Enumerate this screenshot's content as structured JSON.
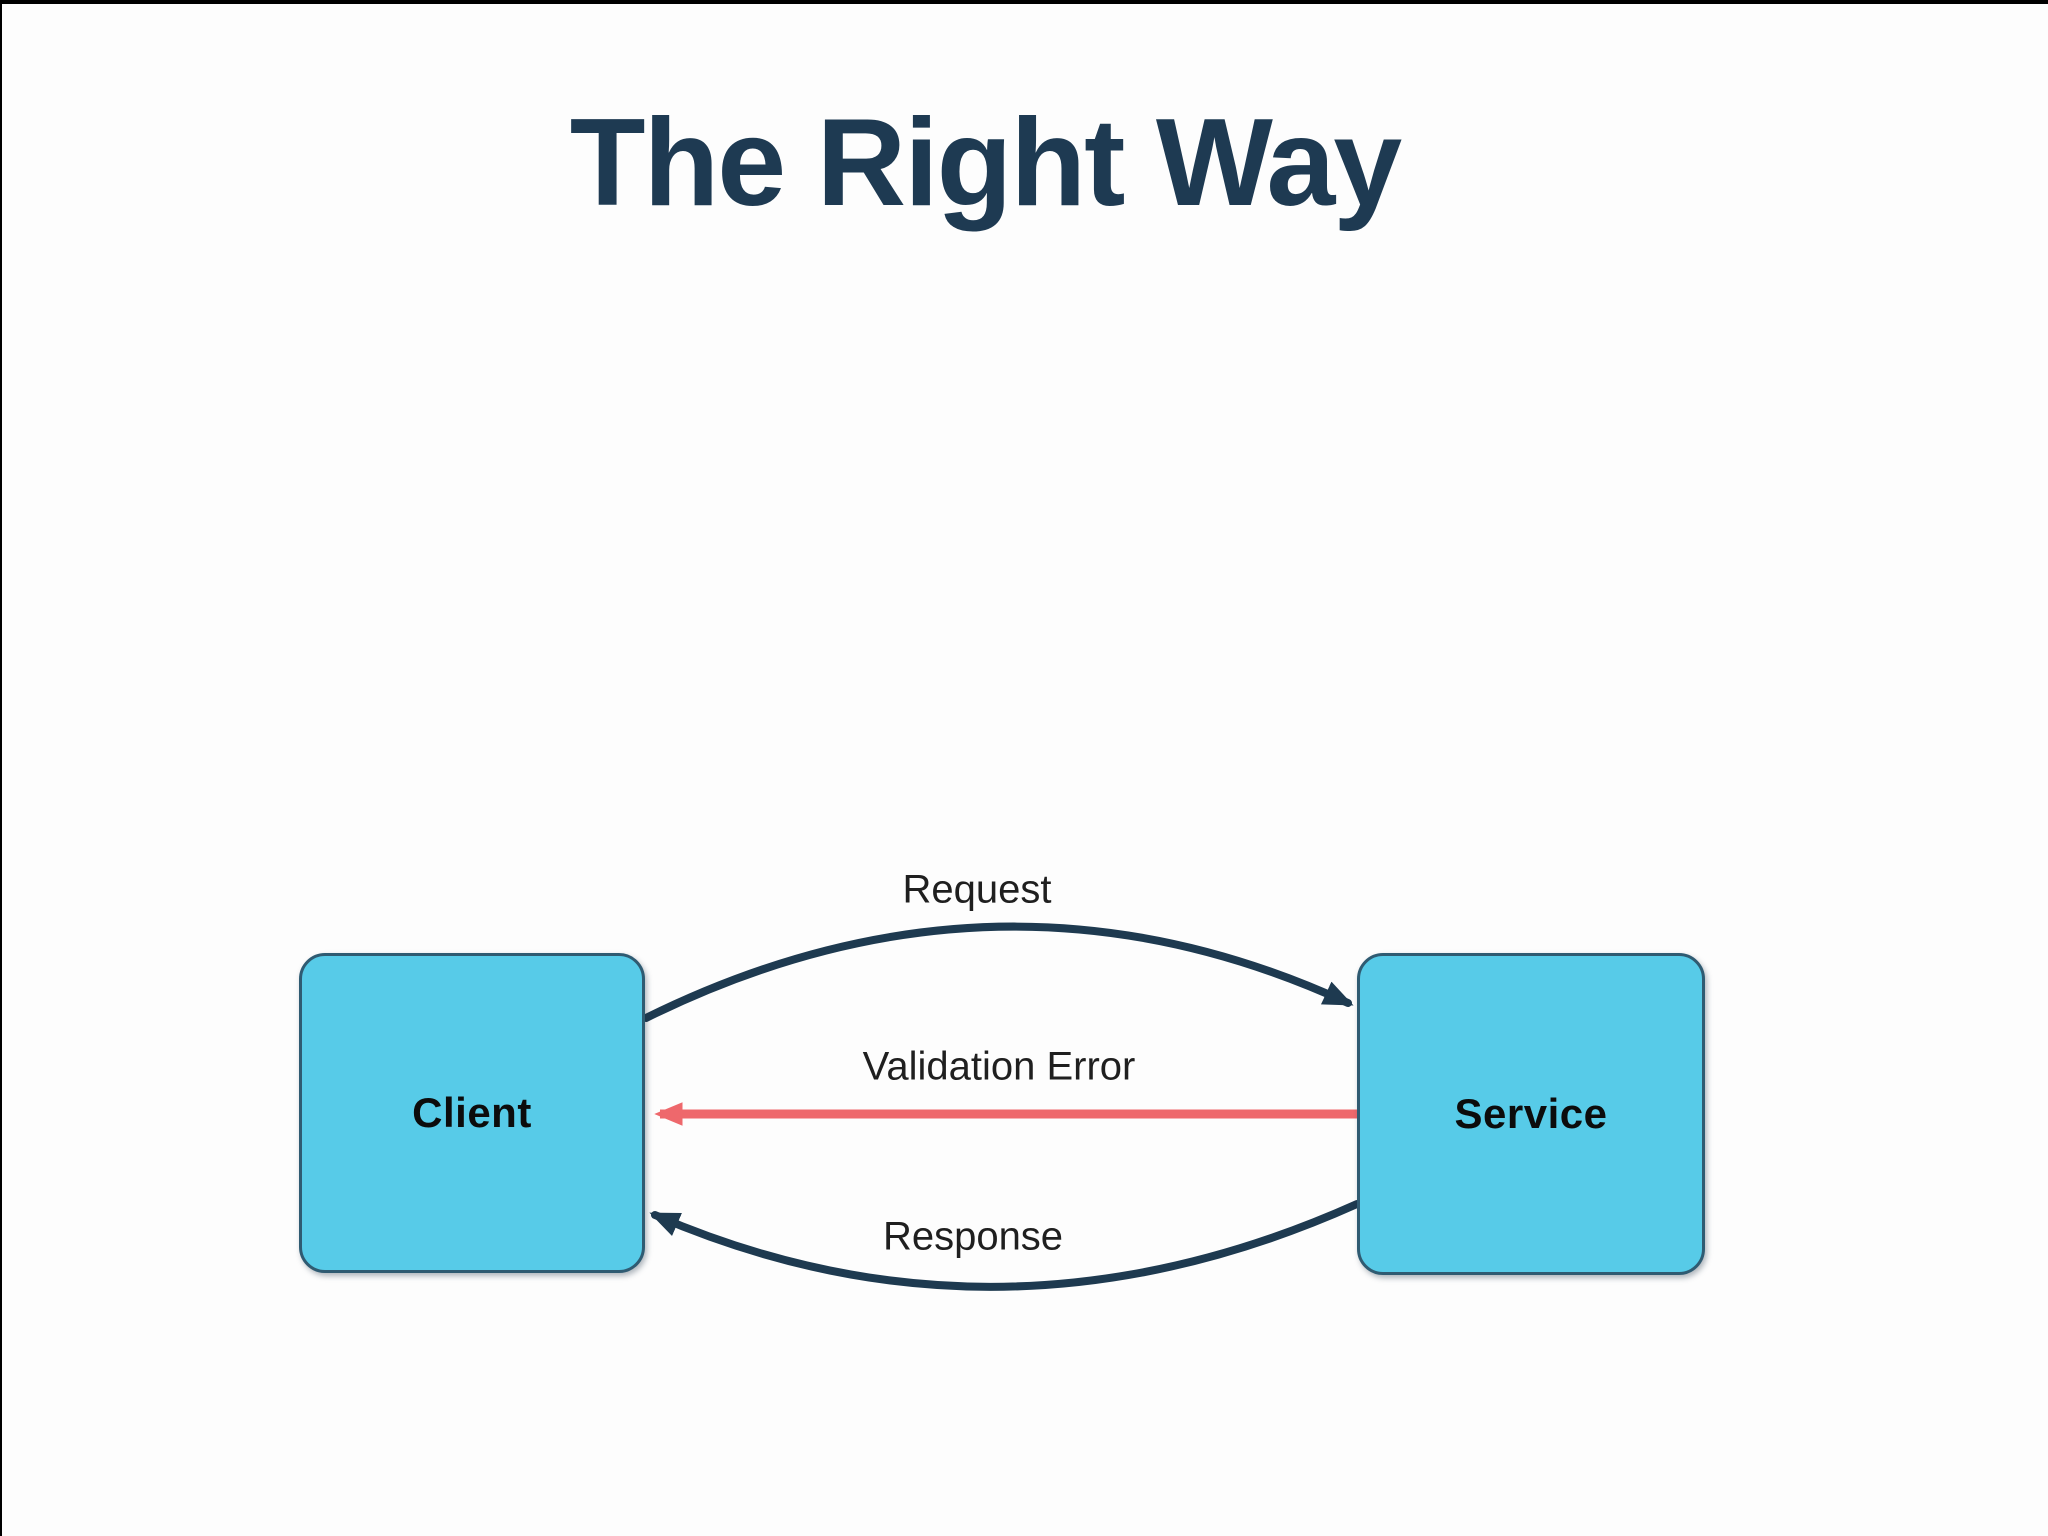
{
  "slide": {
    "title": "The Right Way"
  },
  "diagram": {
    "nodes": [
      {
        "id": "client",
        "label": "Client"
      },
      {
        "id": "service",
        "label": "Service"
      }
    ],
    "edges": [
      {
        "id": "request",
        "label": "Request",
        "from": "client",
        "to": "service",
        "shape": "arc-up",
        "color": "#1e3a50"
      },
      {
        "id": "validation-error",
        "label": "Validation Error",
        "from": "service",
        "to": "client",
        "shape": "straight",
        "color": "#ee686c"
      },
      {
        "id": "response",
        "label": "Response",
        "from": "service",
        "to": "client",
        "shape": "arc-down",
        "color": "#1e3a50"
      }
    ]
  },
  "colors": {
    "background": "#fdfdfd",
    "frame": "#000000",
    "title": "#1e3a52",
    "arrow_navy": "#1e3a50",
    "arrow_red": "#ee686c",
    "node_fill": "#57cbe8",
    "node_border": "#2f5b72",
    "node_text": "#0c0c0c",
    "label_text": "#1f1f1f"
  }
}
